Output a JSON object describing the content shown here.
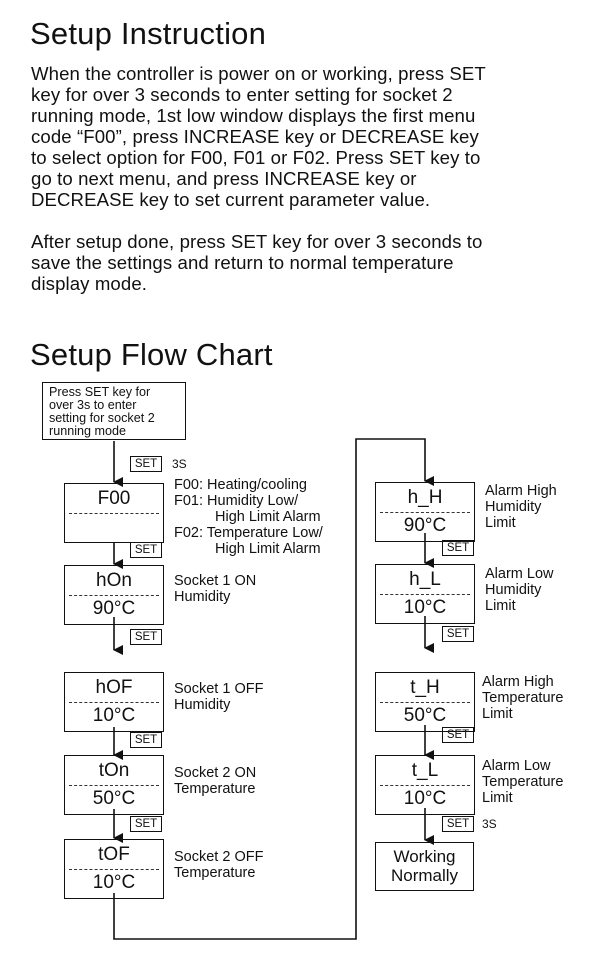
{
  "setup_title": "Setup Instruction",
  "para1": [
    "When the controller is power on or working, press SET",
    "key for over 3 seconds to enter setting for socket 2",
    "running mode, 1st low window displays the first menu",
    "code “F00”, press INCREASE key or DECREASE key",
    "to select option for F00, F01 or F02. Press SET key to",
    "go to next menu, and press INCREASE key or",
    "DECREASE key to set current parameter value."
  ],
  "para2": [
    "After setup done, press SET key for over 3 seconds to",
    "save the settings and return to normal temperature",
    "display mode."
  ],
  "flow_title": "Setup Flow Chart",
  "start_box": [
    "Press SET key for",
    "over 3s to enter",
    "setting for socket 2",
    "running mode"
  ],
  "set_label": "SET",
  "three_s": "3S",
  "f_options": [
    "F00: Heating/cooling",
    "F01: Humidity Low/",
    "High Limit Alarm",
    "F02: Temperature Low/",
    "High Limit Alarm"
  ],
  "left_column": [
    {
      "code": "F00",
      "value": "",
      "desc": []
    },
    {
      "code": "hOn",
      "value": "90°C",
      "desc": [
        "Socket 1 ON",
        "Humidity"
      ]
    },
    {
      "code": "hOF",
      "value": "10°C",
      "desc": [
        "Socket 1 OFF",
        "Humidity"
      ]
    },
    {
      "code": "tOn",
      "value": "50°C",
      "desc": [
        "Socket 2 ON",
        "Temperature"
      ]
    },
    {
      "code": "tOF",
      "value": "10°C",
      "desc": [
        "Socket 2 OFF",
        "Temperature"
      ]
    }
  ],
  "right_column": [
    {
      "code": "h_H",
      "value": "90°C",
      "desc": [
        "Alarm High",
        "Humidity",
        "Limit"
      ]
    },
    {
      "code": "h_L",
      "value": "10°C",
      "desc": [
        "Alarm Low",
        "Humidity",
        "Limit"
      ]
    },
    {
      "code": "t_H",
      "value": "50°C",
      "desc": [
        "Alarm High",
        "Temperature",
        "Limit"
      ]
    },
    {
      "code": "t_L",
      "value": "10°C",
      "desc": [
        "Alarm Low",
        "Temperature",
        "Limit"
      ]
    }
  ],
  "final_box": [
    "Working",
    "Normally"
  ]
}
